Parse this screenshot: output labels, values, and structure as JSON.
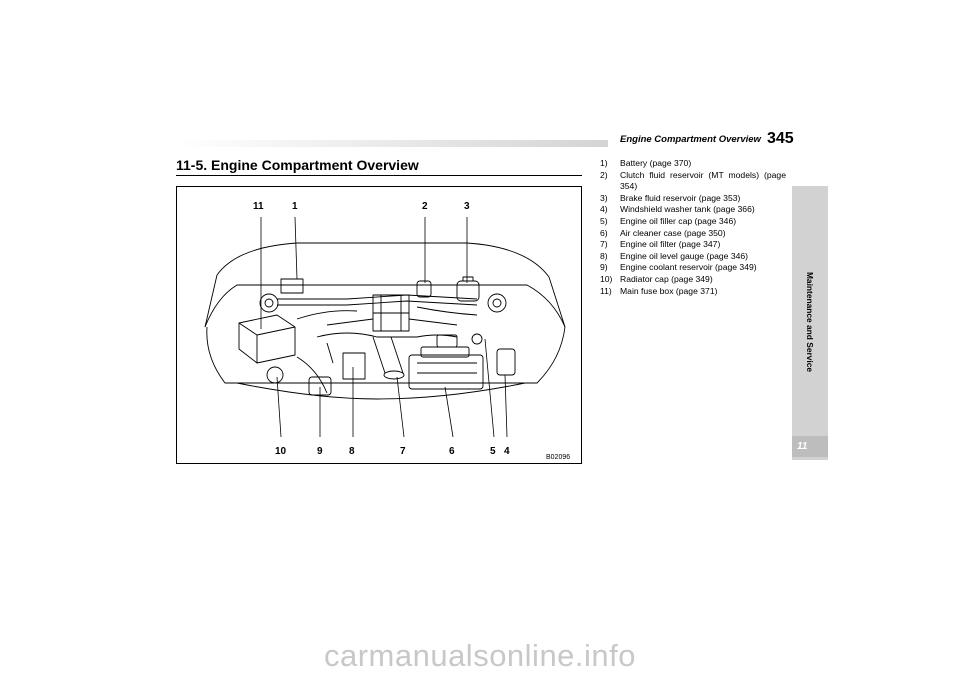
{
  "header": {
    "running_title": "Engine Compartment Overview",
    "page_number": "345"
  },
  "section": {
    "title": "11-5. Engine Compartment Overview"
  },
  "figure": {
    "figure_id": "B02096",
    "callouts_top": [
      "11",
      "1",
      "2",
      "3"
    ],
    "callouts_bottom": [
      "10",
      "9",
      "8",
      "7",
      "6",
      "5",
      "4"
    ]
  },
  "parts": [
    {
      "num": "1)",
      "text": "Battery (page 370)"
    },
    {
      "num": "2)",
      "text": "Clutch fluid reservoir (MT models) (page 354)"
    },
    {
      "num": "3)",
      "text": "Brake fluid reservoir (page 353)"
    },
    {
      "num": "4)",
      "text": "Windshield washer tank (page 366)"
    },
    {
      "num": "5)",
      "text": "Engine oil filler cap (page 346)"
    },
    {
      "num": "6)",
      "text": "Air cleaner case (page 350)"
    },
    {
      "num": "7)",
      "text": "Engine oil filter (page 347)"
    },
    {
      "num": "8)",
      "text": "Engine oil level gauge (page 346)"
    },
    {
      "num": "9)",
      "text": "Engine coolant reservoir (page 349)"
    },
    {
      "num": "10)",
      "text": "Radiator cap (page 349)"
    },
    {
      "num": "11)",
      "text": "Main fuse box (page 371)"
    }
  ],
  "side_tab": {
    "label": "Maintenance and Service",
    "chapter": "11"
  },
  "watermark": "carmanualsonline.info"
}
